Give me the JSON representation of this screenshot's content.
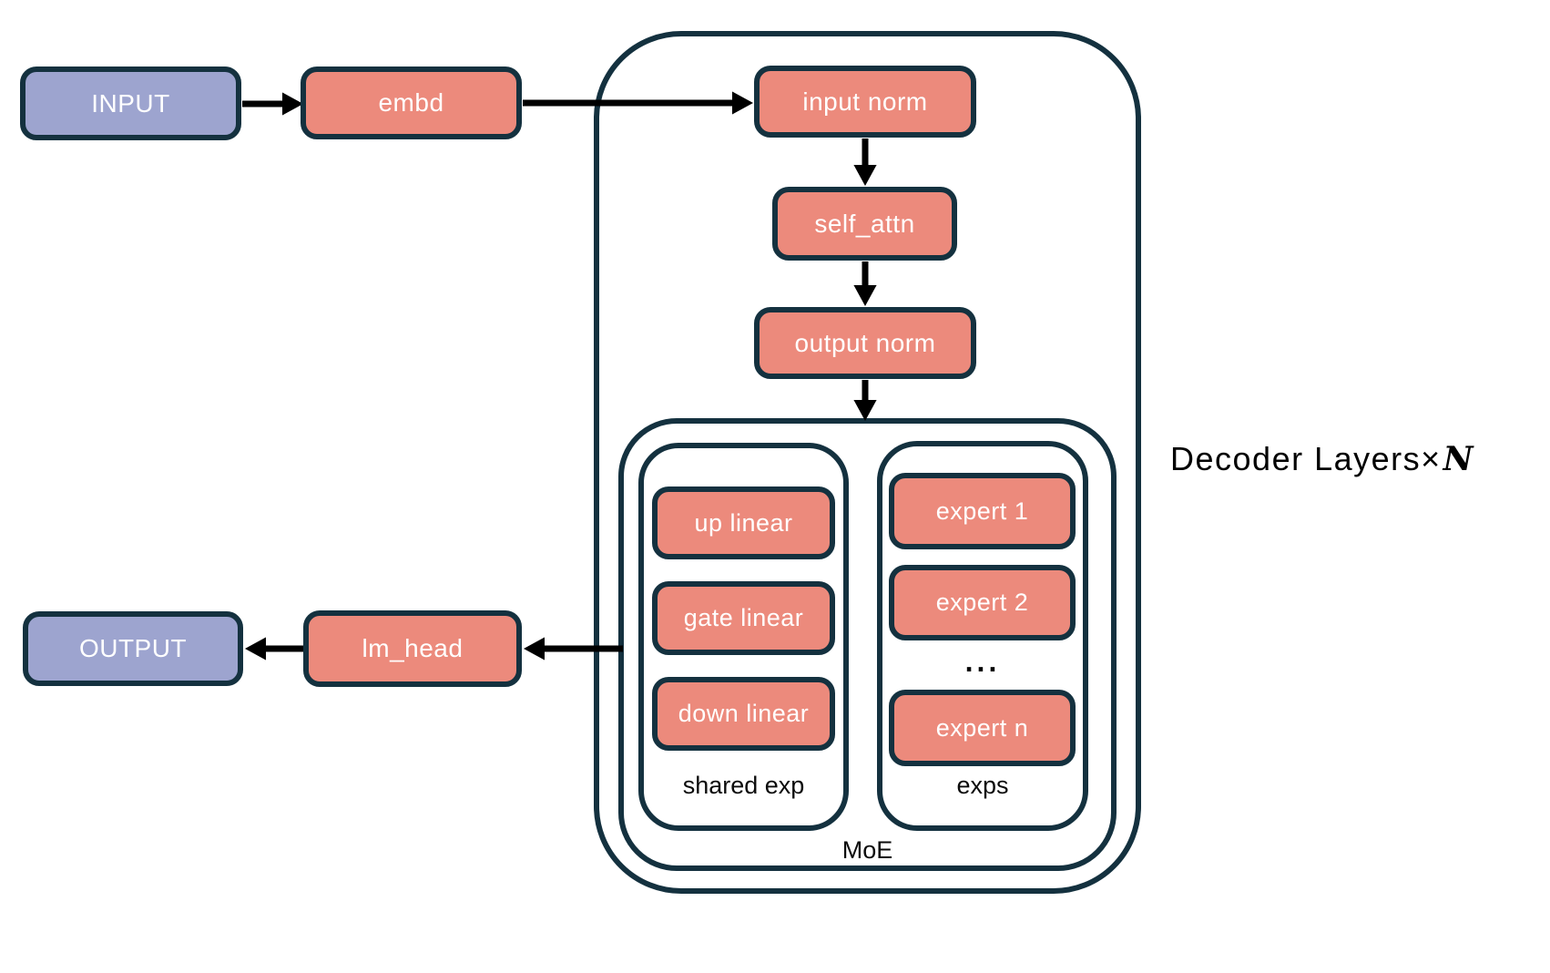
{
  "nodes": {
    "input": "INPUT",
    "embd": "embd",
    "input_norm": "input norm",
    "self_attn": "self_attn",
    "output_norm": "output norm",
    "lm_head": "lm_head",
    "output": "OUTPUT"
  },
  "moe": {
    "label": "MoE",
    "shared_expert": {
      "label": "shared exp",
      "layers": [
        "up linear",
        "gate linear",
        "down linear"
      ]
    },
    "experts": {
      "label": "exps",
      "items": [
        "expert 1",
        "expert 2",
        "expert n"
      ],
      "ellipsis": "..."
    }
  },
  "annotation": {
    "text": "Decoder Layers",
    "times": "×",
    "n": "N"
  },
  "colors": {
    "node_fill": "#EC8A7C",
    "io_fill": "#9DA4CF",
    "border": "#14313F",
    "arrow": "#000000",
    "node_text": "#FFFFFF",
    "label_text": "#0B0B0B"
  }
}
